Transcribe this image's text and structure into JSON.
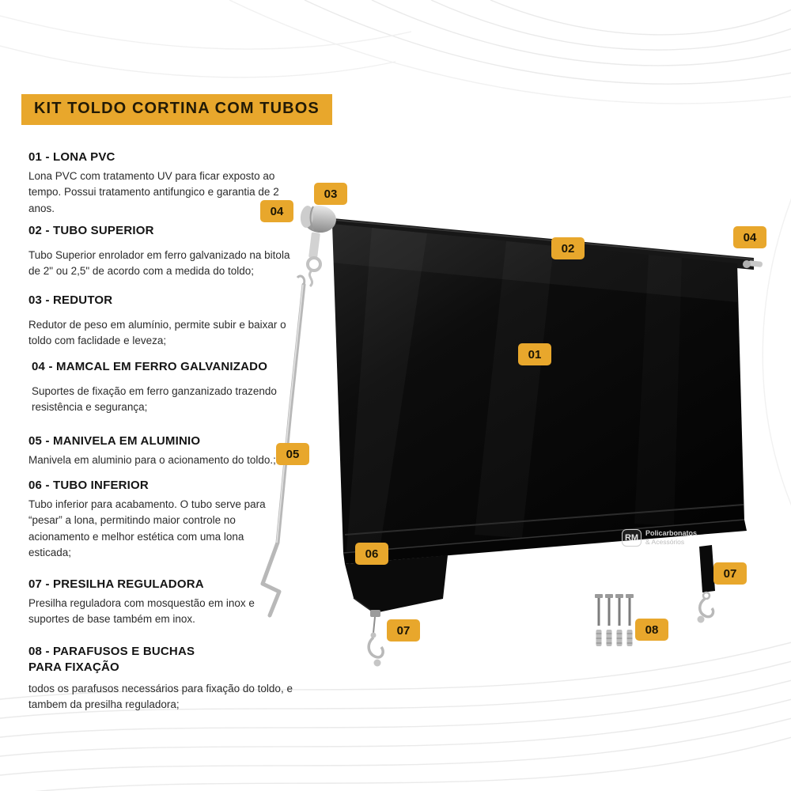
{
  "title": "KIT TOLDO CORTINA COM TUBOS",
  "sections": [
    {
      "heading": "01 - LONA PVC",
      "body": "Lona PVC com tratamento UV para ficar exposto ao tempo. Possui tratamento antifungico e garantia de 2 anos."
    },
    {
      "heading": "02 - TUBO SUPERIOR",
      "body": "Tubo Superior enrolador em ferro galvanizado na bitola de 2\" ou 2,5\" de acordo com a medida do toldo;"
    },
    {
      "heading": "03 - REDUTOR",
      "body": "Redutor de peso em alumínio, permite subir e baixar o toldo com faclidade e leveza;"
    },
    {
      "heading": "04 - MAMCAL  EM FERRO GALVANIZADO",
      "body": "Suportes de fixação em ferro ganzanizado trazendo resistência e segurança;"
    },
    {
      "heading": "05 - MANIVELA EM ALUMINIO",
      "body": "Manivela em aluminio para o acionamento do toldo.;"
    },
    {
      "heading": "06 - TUBO INFERIOR",
      "body": "Tubo inferior para acabamento. O tubo serve para “pesar” a lona, permitindo maior controle no acionamento e melhor estética com uma lona esticada;"
    },
    {
      "heading": "07 - PRESILHA REGULADORA",
      "body": "Presilha reguladora com mosquestão em inox e suportes de base também em inox."
    },
    {
      "heading": "08 - PARAFUSOS E BUCHAS PARA FIXAÇÃO",
      "body": "todos os parafusos necessários para fixação do toldo, e tambem da presilha reguladora;"
    }
  ],
  "callouts": [
    {
      "num": "03"
    },
    {
      "num": "04"
    },
    {
      "num": "02"
    },
    {
      "num": "04"
    },
    {
      "num": "01"
    },
    {
      "num": "05"
    },
    {
      "num": "06"
    },
    {
      "num": "07"
    },
    {
      "num": "08"
    },
    {
      "num": "07"
    }
  ],
  "watermark": {
    "abbr": "RM",
    "line1": "Policarbonatos",
    "line2": "& Acessórios"
  },
  "colors": {
    "accent": "#E8A72C",
    "accent_text": "#221a06",
    "tarp_black": "#0b0b0b",
    "background": "#FFFFFF"
  }
}
